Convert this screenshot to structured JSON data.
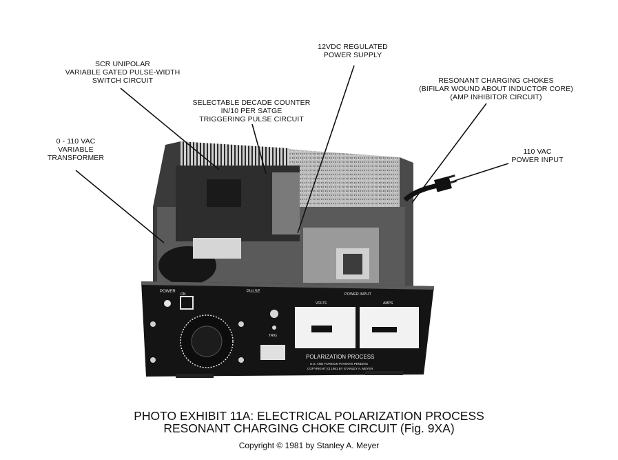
{
  "labels": {
    "scr": [
      "SCR UNIPOLAR",
      "VARIABLE GATED PULSE-WIDTH",
      "SWITCH CIRCUIT"
    ],
    "regulated": [
      "12VDC REGULATED",
      "POWER SUPPLY"
    ],
    "chokes": [
      "RESONANT CHARGING CHOKES",
      "(BIFILAR WOUND ABOUT INDUCTOR CORE)",
      "(AMP INHIBITOR CIRCUIT)"
    ],
    "counter": [
      "SELECTABLE DECADE COUNTER",
      "IN/10 PER SATGE",
      "TRIGGERING PULSE CIRCUIT"
    ],
    "transformer": [
      "0 - 110 VAC",
      "VARIABLE",
      "TRANSFORMER"
    ],
    "power_input": [
      "110 VAC",
      "POWER INPUT"
    ]
  },
  "panel": {
    "power": "POWER",
    "on": "ON",
    "pulse": "PULSE",
    "power_input": "POWER INPUT",
    "volts": "VOLTS",
    "amps": "AMPS",
    "trig": "TRIG",
    "brand": "POLARIZATION PROCESS",
    "patent_line1": "U.S. AND FOREIGN PATENTS PENDING",
    "patent_line2": "COPYRIGHT (c) 1981 BY STANLEY A. MEYER"
  },
  "caption": {
    "line1": "PHOTO EXHIBIT 11A: ELECTRICAL POLARIZATION PROCESS",
    "line2": "RESONANT CHARGING CHOKE CIRCUIT (Fig. 9XA)"
  },
  "copyright": "Copyright © 1981 by Stanley A. Meyer"
}
